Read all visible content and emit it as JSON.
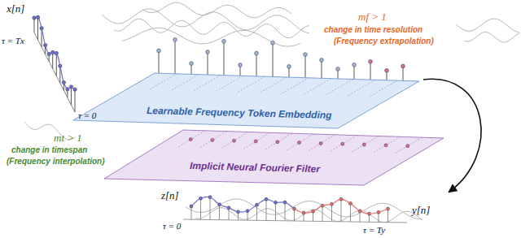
{
  "diagram": {
    "nodes": [
      {
        "text": [
          "Learnable Frequency Token Embedding"
        ]
      },
      {
        "text": [
          "Implicit Neural Fourier Filter"
        ]
      }
    ],
    "labels": [
      "x[n]",
      "τ = Tx",
      "τ = 0",
      "mf > 1",
      "change in time resolution",
      "(Frequency extrapolation)",
      "mt > 1",
      "change in timespan",
      "(Frequency interpolation)",
      "z[n]",
      "y[n]",
      "τ = 0",
      "τ = Ty"
    ]
  }
}
